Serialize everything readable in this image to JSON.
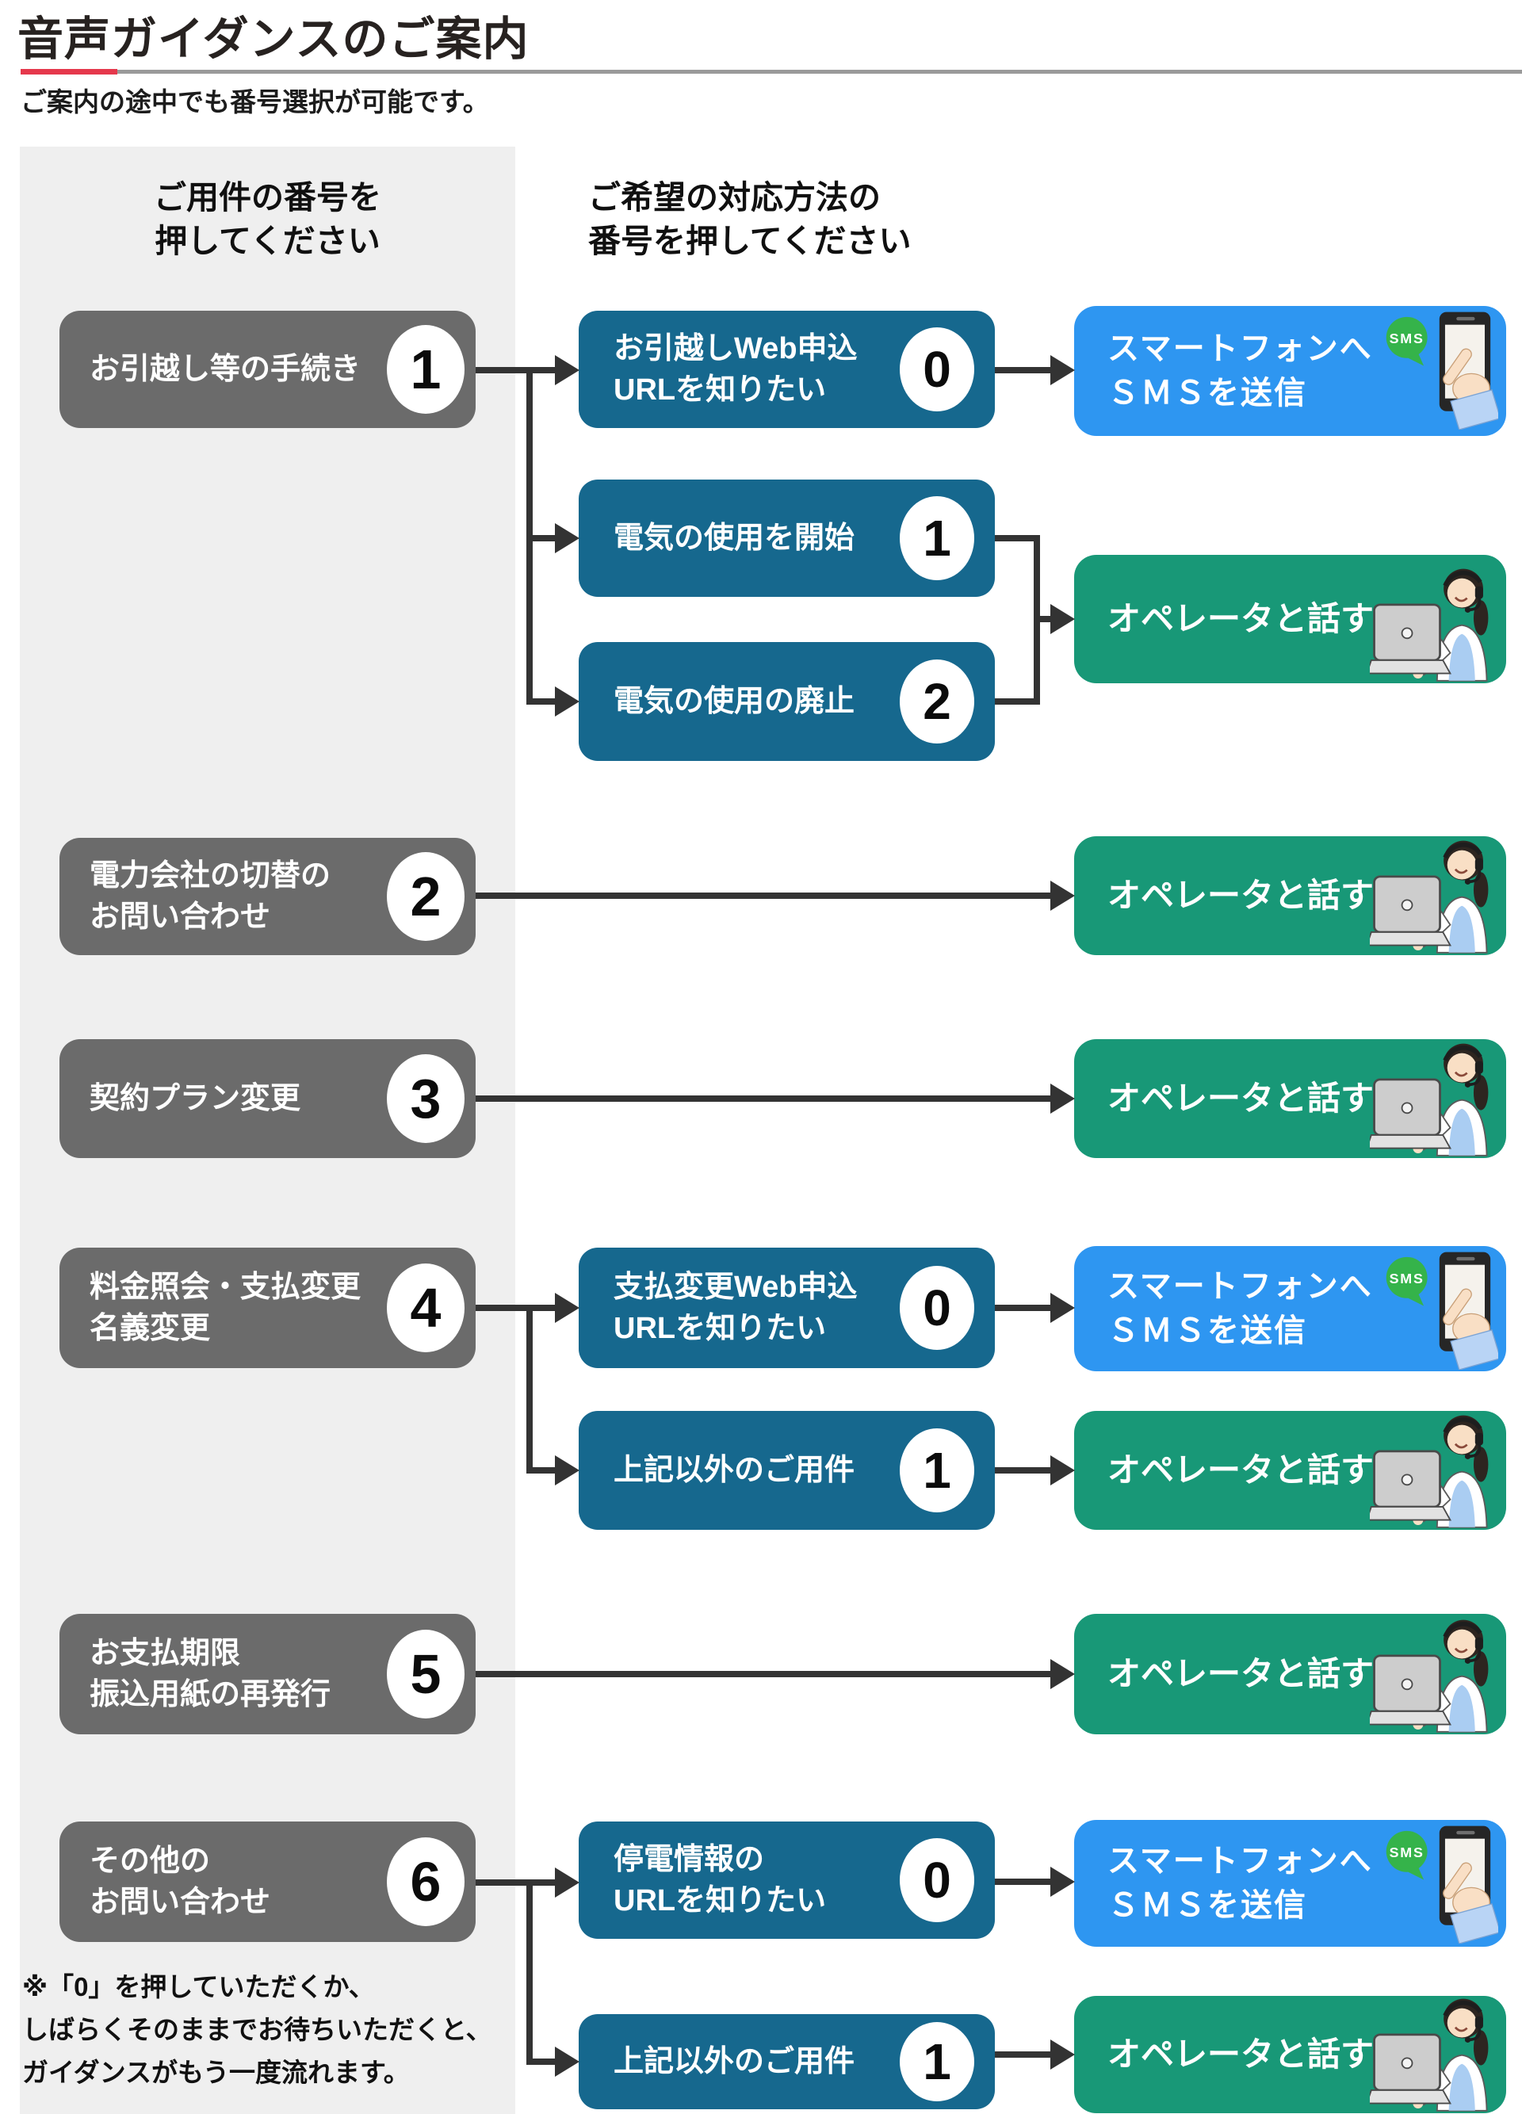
{
  "page": {
    "title": "音声ガイダンスのご案内",
    "subtitle": "ご案内の途中でも番号選択が可能です。"
  },
  "flow": {
    "left_heading": [
      "ご用件の番号を",
      "押してください"
    ],
    "right_heading": [
      "ご希望の対応方法の",
      "番号を押してください"
    ],
    "rows": [
      {
        "option": {
          "digit": "1",
          "lines": [
            "お引越し等の手続き"
          ]
        },
        "children": [
          {
            "digit": "0",
            "lines": [
              "お引越しWeb申込",
              "URLを知りたい"
            ],
            "outcome": "sms"
          },
          {
            "digit": "1",
            "lines": [
              "電気の使用を開始"
            ],
            "outcome": "operator"
          },
          {
            "digit": "2",
            "lines": [
              "電気の使用の廃止"
            ],
            "outcome": "operator"
          }
        ]
      },
      {
        "option": {
          "digit": "2",
          "lines": [
            "電力会社の切替の",
            "お問い合わせ"
          ]
        },
        "outcome": "operator"
      },
      {
        "option": {
          "digit": "3",
          "lines": [
            "契約プラン変更"
          ]
        },
        "outcome": "operator"
      },
      {
        "option": {
          "digit": "4",
          "lines": [
            "料金照会・支払変更",
            "名義変更"
          ]
        },
        "children": [
          {
            "digit": "0",
            "lines": [
              "支払変更Web申込",
              "URLを知りたい"
            ],
            "outcome": "sms"
          },
          {
            "digit": "1",
            "lines": [
              "上記以外のご用件"
            ],
            "outcome": "operator"
          }
        ]
      },
      {
        "option": {
          "digit": "5",
          "lines": [
            "お支払期限",
            "振込用紙の再発行"
          ]
        },
        "outcome": "operator"
      },
      {
        "option": {
          "digit": "6",
          "lines": [
            "その他の",
            "お問い合わせ"
          ]
        },
        "children": [
          {
            "digit": "0",
            "lines": [
              "停電情報の",
              "URLを知りたい"
            ],
            "outcome": "sms"
          },
          {
            "digit": "1",
            "lines": [
              "上記以外のご用件"
            ],
            "outcome": "operator"
          }
        ]
      }
    ]
  },
  "outcomes": {
    "sms": {
      "line1": "スマートフォンへ",
      "line2": "ＳＭＳを送信",
      "bubble_label": "SMS"
    },
    "operator": {
      "label": "オペレータと話す"
    }
  },
  "footnote": {
    "lines": [
      "※「0」を押していただくか、",
      "しばらくそのままでお待ちいただくと、",
      "ガイダンスがもう一度流れます。"
    ]
  },
  "colors": {
    "primary_box": "#6B6B6B",
    "secondary_box": "#16688E",
    "sms_box": "#2E96F1",
    "operator_box": "#189877",
    "accent_red": "#E5384C",
    "panel_background": "#EFEFEF",
    "connector": "#333333"
  }
}
